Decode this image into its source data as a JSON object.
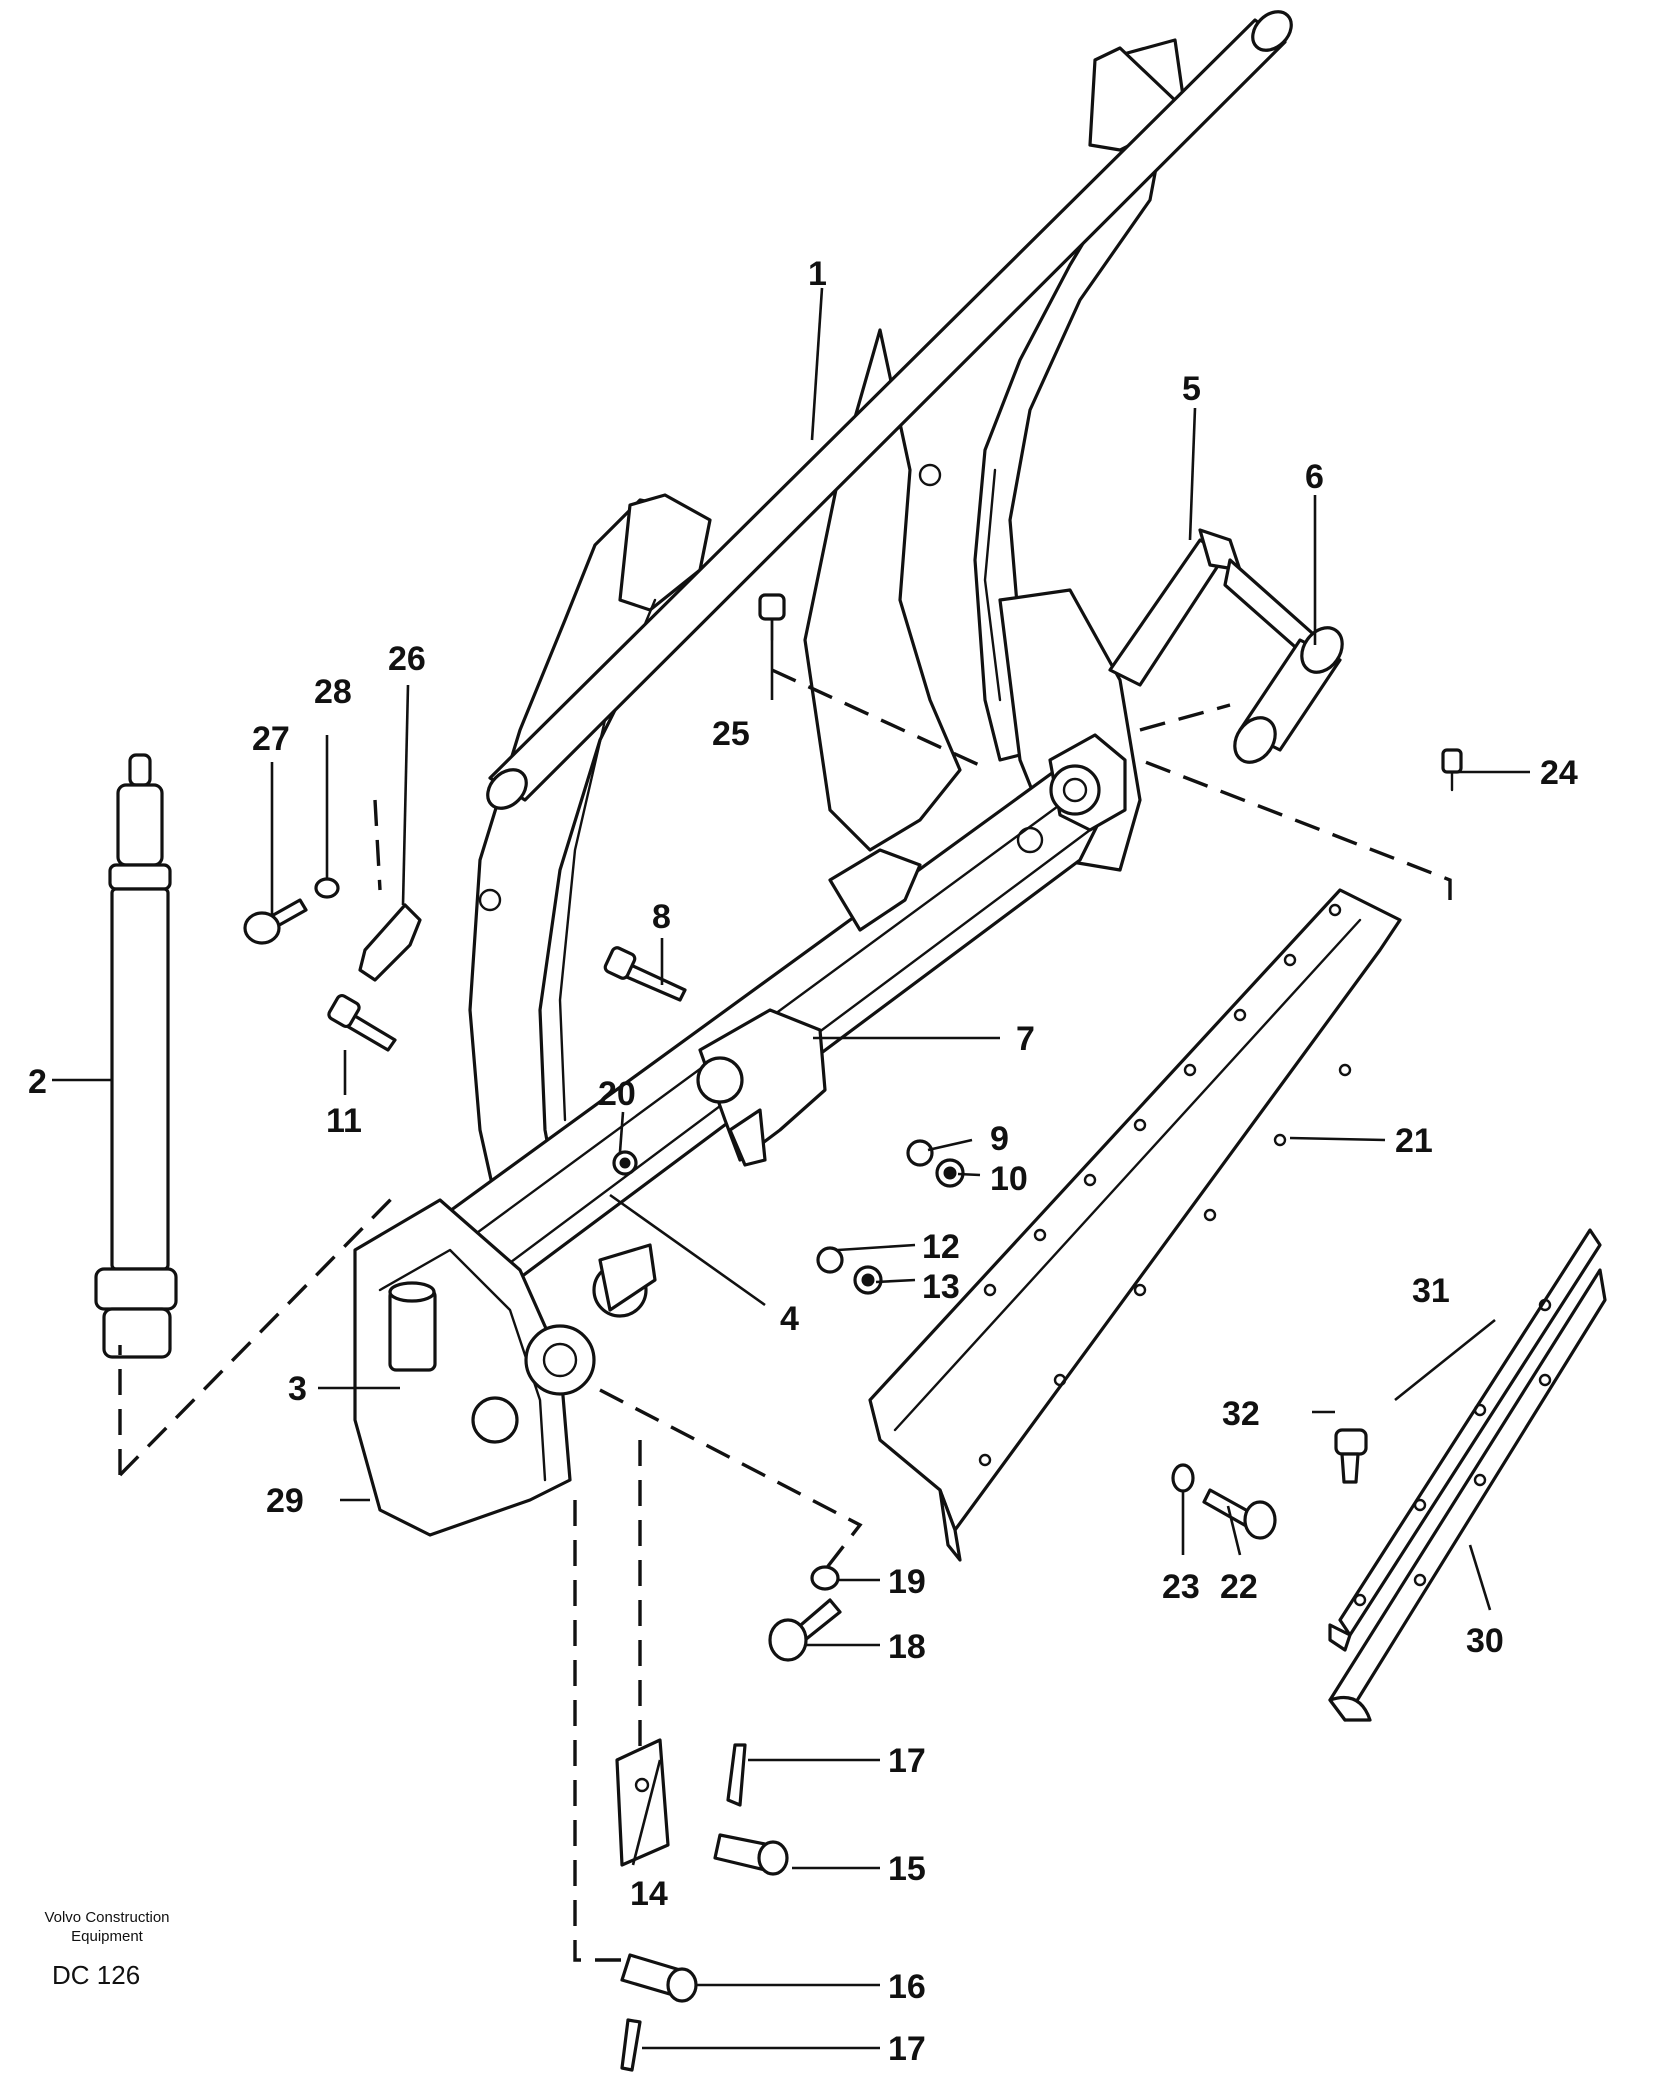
{
  "callouts": {
    "c1": "1",
    "c2": "2",
    "c3": "3",
    "c4": "4",
    "c5": "5",
    "c6": "6",
    "c7": "7",
    "c8": "8",
    "c9": "9",
    "c10": "10",
    "c11": "11",
    "c12": "12",
    "c13": "13",
    "c14": "14",
    "c15": "15",
    "c16": "16",
    "c17a": "17",
    "c17b": "17",
    "c18": "18",
    "c19": "19",
    "c20": "20",
    "c21": "21",
    "c22": "22",
    "c23": "23",
    "c24": "24",
    "c25": "25",
    "c26": "26",
    "c27": "27",
    "c28": "28",
    "c29": "29",
    "c30": "30",
    "c31": "31",
    "c32": "32"
  },
  "footer": {
    "brand_line1": "Volvo Construction",
    "brand_line2": "Equipment",
    "code": "DC 126"
  }
}
